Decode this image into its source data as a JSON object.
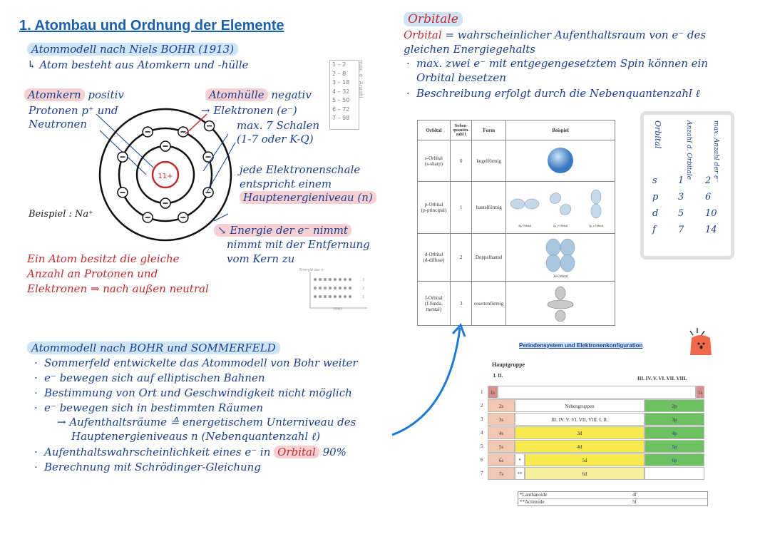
{
  "title": "1. Atombau und Ordnung der Elemente",
  "bohr": {
    "heading": "Atommodell nach Niels BOHR (1913)",
    "intro": "↳ Atom besteht aus Atomkern und -hülle",
    "kern_title": "Atomkern",
    "kern_title_rest": " positiv",
    "kern_line2": "Protonen p⁺ und",
    "kern_line3": "Neutronen",
    "huelle_title": "Atomhülle",
    "huelle_title_rest": " negativ",
    "huelle_line2": "→ Elektronen (e⁻)",
    "huelle_line3": "max. 7 Schalen",
    "huelle_line4": "(1-7 oder K-Q)",
    "nucleus_label": "11+",
    "electron_label": "⊖",
    "shell_note1": "jede Elektronenschale",
    "shell_note2": "entspricht einem",
    "shell_note3": "Hauptenergieniveau (n)",
    "energy_note1": "↘ Energie der e⁻ nimmt",
    "energy_note2": "nimmt mit der Entfernung",
    "energy_note3": "vom Kern zu",
    "example": "Beispiel : Na⁺",
    "neutral1": "Ein Atom besitzt die gleiche",
    "neutral2": "Anzahl an Protonen und",
    "neutral3": "Elektronen ⇒ nach außen neutral",
    "shell_table_header": "max. e⁻ Anzahl",
    "shell_table": [
      [
        "1",
        "2"
      ],
      [
        "2",
        "8"
      ],
      [
        "3",
        "18"
      ],
      [
        "4",
        "32"
      ],
      [
        "5",
        "50"
      ],
      [
        "6",
        "72"
      ],
      [
        "7",
        "98"
      ]
    ],
    "energy_axis": "Energie der e⁻",
    "energy_levels": [
      "3",
      "2",
      "1"
    ],
    "energy_xlabel": "MNO"
  },
  "orbitale": {
    "heading": "Orbitale",
    "def_word": "Orbital",
    "def_rest": " = wahrscheinlicher Aufenthaltsraum von e⁻ des",
    "def_line2": "gleichen Energiegehalts",
    "line3": "max. zwei e⁻ mit entgegengesetztem Spin können ein",
    "line4": "Orbital besetzen",
    "line5": "Beschreibung erfolgt durch die Nebenquantenzahl ℓ",
    "table_headers": [
      "Orbital",
      "Neben-quanten-zahl l",
      "Form",
      "Beispiel"
    ],
    "table_rows": [
      {
        "name": "s-Orbital",
        "sub": "(s-sharp)",
        "l": "0",
        "form": "kugelförmig"
      },
      {
        "name": "p-Orbital",
        "sub": "(p-principal)",
        "l": "1",
        "form": "hantelförmig"
      },
      {
        "name": "d-Orbital",
        "sub": "(d-diffuse)",
        "l": "2",
        "form": "Doppelhantel"
      },
      {
        "name": "f-Orbital",
        "sub": "(f-funda-mental)",
        "l": "3",
        "form": "rosettenförmig"
      }
    ],
    "p_captions": [
      "2pₓ-Orbital",
      "2p_y-Orbital",
      "2p_z-Orbital"
    ],
    "d_caption": "3d-Orbital",
    "side_headers": [
      "Orbital",
      "Anzahl d. Orbitale",
      "max. Anzahl der e⁻"
    ],
    "side_rows": [
      [
        "s",
        "1",
        "2"
      ],
      [
        "p",
        "3",
        "6"
      ],
      [
        "d",
        "5",
        "10"
      ],
      [
        "f",
        "7",
        "14"
      ]
    ]
  },
  "sommerfeld": {
    "heading": "Atommodell nach BOHR und SOMMERFELD",
    "lines": [
      "Sommerfeld entwickelte das Atommodell von Bohr weiter",
      "e⁻ bewegen sich auf elliptischen Bahnen",
      "Bestimmung von Ort und Geschwindigkeit nicht möglich",
      "e⁻ bewegen sich in bestimmten Räumen",
      "→ Aufenthaltsräume ≙ energetischem Unterniveau des",
      "Hauptenergieniveaus n (Nebenquantenzahl ℓ)",
      "Aufenthaltswahrscheinlichkeit eines e⁻ in",
      "Berechnung mit Schrödinger-Gleichung"
    ],
    "orbital_word": "Orbital",
    "percent": "90%"
  },
  "periodic": {
    "title": "Periodensystem und Elektronenkonfiguration",
    "hauptgruppe": "Hauptgruppe",
    "groups_left": "I.   II.",
    "groups_right": "III. IV. V. VI. VII. VIII.",
    "nebengruppen": "Nebengruppen",
    "neben_groups": "III.   IV.   V.   VI.   VII.   VIII.   I.   II.",
    "periods": [
      "1",
      "2",
      "3",
      "4",
      "5",
      "6",
      "7"
    ],
    "s_blocks": [
      "1s",
      "2s",
      "3s",
      "4s",
      "5s",
      "6s",
      "7s"
    ],
    "d_blocks": [
      "3d",
      "4d",
      "5d",
      "6d"
    ],
    "p_blocks": [
      "2p",
      "3p",
      "4p",
      "5p",
      "6p"
    ],
    "he": "1s",
    "star1": "*",
    "star2": "**",
    "lanth": "*Lanthanoide",
    "actin": "**Actinoide",
    "f4": "4f",
    "f5": "5f"
  },
  "colors": {
    "blue": "#1b3f8f",
    "red": "#c22b2f",
    "hlblue": "#cfe4f7",
    "hlpink": "#f7d0d3",
    "arrow": "#1f7ad6"
  }
}
